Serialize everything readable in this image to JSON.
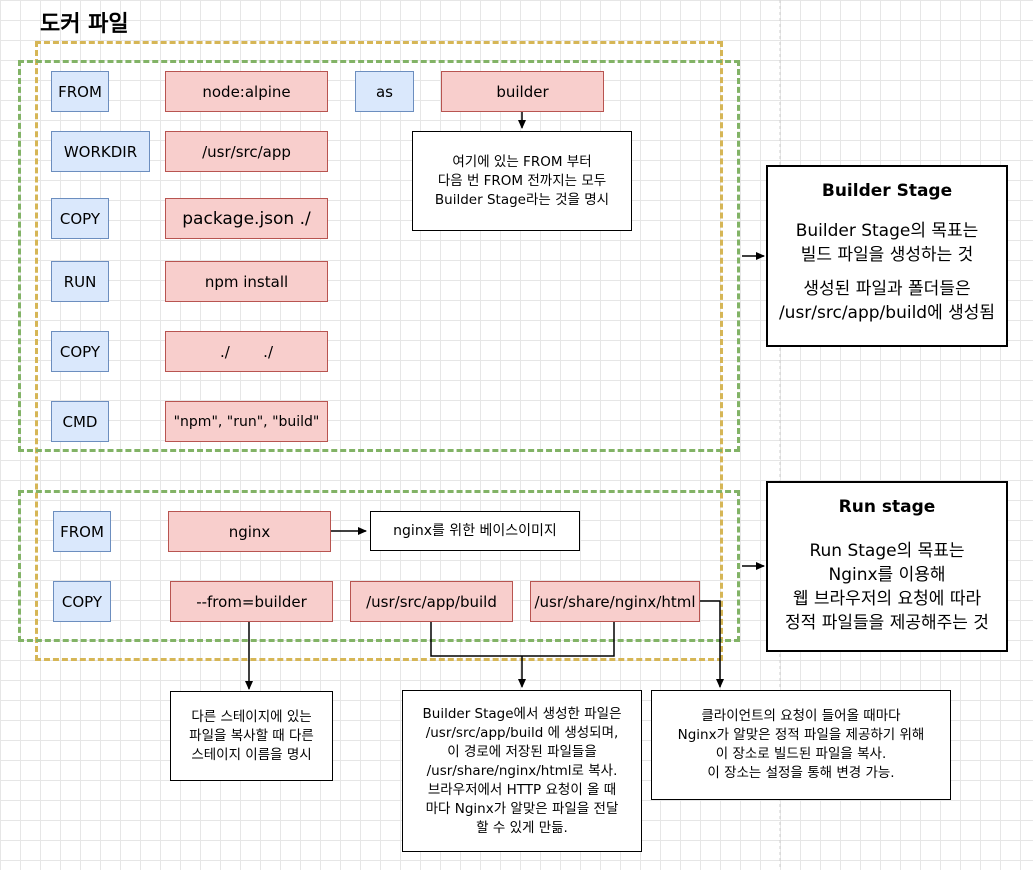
{
  "title": "도커 파일",
  "builder": {
    "rows": [
      {
        "keyword": "FROM",
        "args": [
          "node:alpine",
          "as",
          "builder"
        ]
      },
      {
        "keyword": "WORKDIR",
        "args": [
          "/usr/src/app"
        ]
      },
      {
        "keyword": "COPY",
        "args": [
          "package.json ./"
        ]
      },
      {
        "keyword": "RUN",
        "args": [
          "npm install"
        ]
      },
      {
        "keyword": "COPY",
        "args": [
          "./       ./"
        ]
      },
      {
        "keyword": "CMD",
        "args": [
          "\"npm\", \"run\", \"build\""
        ]
      }
    ],
    "note": "여기에 있는 FROM 부터\n다음 번 FROM 전까지는 모두\nBuilder Stage라는 것을 명시"
  },
  "run": {
    "rows": [
      {
        "keyword": "FROM",
        "args": [
          "nginx"
        ]
      },
      {
        "keyword": "COPY",
        "args": [
          "--from=builder",
          "/usr/src/app/build",
          "/usr/share/nginx/html"
        ]
      }
    ],
    "note_nginx": "nginx를 위한 베이스이미지",
    "note_from": "다른 스테이지에 있는\n파일을 복사할 때 다른\n스테이지 이름을 명시",
    "note_copy": "Builder Stage에서 생성한 파일은\n/usr/src/app/build 에 생성되며,\n이 경로에 저장된 파일들을\n/usr/share/nginx/html로 복사.\n브라우저에서 HTTP 요청이 올 때\n마다 Nginx가 알맞은 파일을 전달\n할 수 있게 만듦.",
    "note_dest": "클라이언트의 요청이 들어올 때마다\nNginx가 알맞은 정적 파일을 제공하기 위해\n이 장소로 빌드된 파일을 복사.\n이 장소는 설정을 통해 변경 가능."
  },
  "builder_stage": {
    "title": "Builder Stage",
    "desc": "Builder Stage의 목표는\n빌드 파일을 생성하는 것",
    "desc2": "생성된 파일과 폴더들은\n/usr/src/app/build에 생성됨"
  },
  "run_stage": {
    "title": "Run stage",
    "desc": "Run Stage의 목표는\nNginx를 이용해\n웹 브라우저의 요청에 따라\n정적 파일들을 제공해주는 것"
  }
}
